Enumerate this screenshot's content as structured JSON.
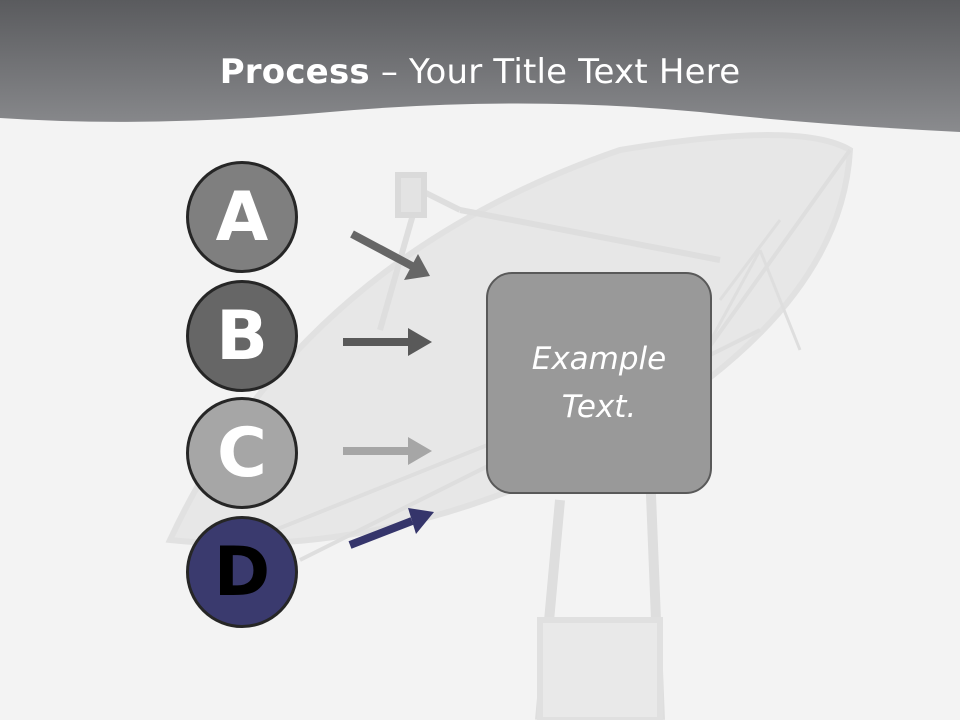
{
  "slide": {
    "title_bold": "Process",
    "title_rest": " – Your Title Text Here"
  },
  "steps": [
    {
      "letter": "A",
      "fill": "#7f7f7f",
      "text_color": "#ffffff",
      "arrow_color": "#666666"
    },
    {
      "letter": "B",
      "fill": "#666666",
      "text_color": "#ffffff",
      "arrow_color": "#595959"
    },
    {
      "letter": "C",
      "fill": "#a6a6a6",
      "text_color": "#ffffff",
      "arrow_color": "#a6a6a6"
    },
    {
      "letter": "D",
      "fill": "#3a3a6e",
      "text_color": "#000000",
      "arrow_color": "#35356b"
    }
  ],
  "box": {
    "text": "Example Text."
  },
  "colors": {
    "header": "#6e6f72",
    "background": "#f3f3f3",
    "circle_border": "#262626"
  }
}
